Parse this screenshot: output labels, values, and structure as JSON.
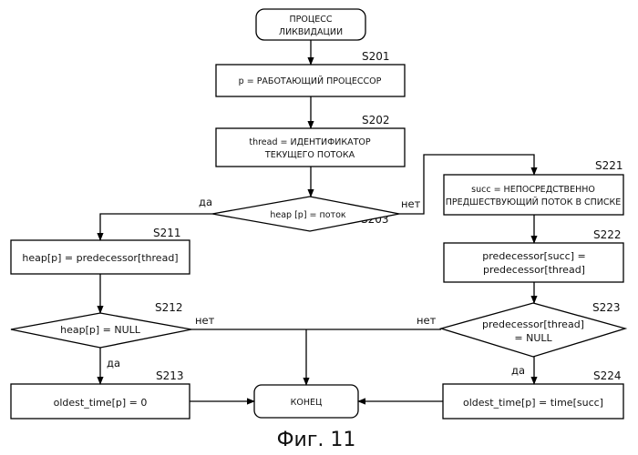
{
  "diagram": {
    "start": [
      "ПРОЦЕСС",
      "ЛИКВИДАЦИИ"
    ],
    "nodes": {
      "S201": {
        "label": "S201",
        "text": [
          "p = РАБОТАЮЩИЙ ПРОЦЕССОР"
        ]
      },
      "S202": {
        "label": "S202",
        "text": [
          "thread = ИДЕНТИФИКАТОР",
          "ТЕКУЩЕГО ПОТОКА"
        ]
      },
      "S203": {
        "label": "S203",
        "text": [
          "heap [p] = поток"
        ]
      },
      "S211": {
        "label": "S211",
        "text": [
          "heap[p] = predecessor[thread]"
        ]
      },
      "S212": {
        "label": "S212",
        "text": [
          "heap[p] = NULL"
        ]
      },
      "S213": {
        "label": "S213",
        "text": [
          "oldest_time[p] = 0"
        ]
      },
      "S221": {
        "label": "S221",
        "text": [
          "succ = НЕПОСРЕДСТВЕННО",
          "ПРЕДШЕСТВУЮЩИЙ ПОТОК В СПИСКЕ"
        ]
      },
      "S222": {
        "label": "S222",
        "text": [
          "predecessor[succ] =",
          "predecessor[thread]"
        ]
      },
      "S223": {
        "label": "S223",
        "text": [
          "predecessor[thread]",
          "= NULL"
        ]
      },
      "S224": {
        "label": "S224",
        "text": [
          "oldest_time[p] = time[succ]"
        ]
      }
    },
    "end": "КОНЕЦ",
    "yes": "да",
    "no": "нет",
    "caption": "Фиг. 11"
  }
}
